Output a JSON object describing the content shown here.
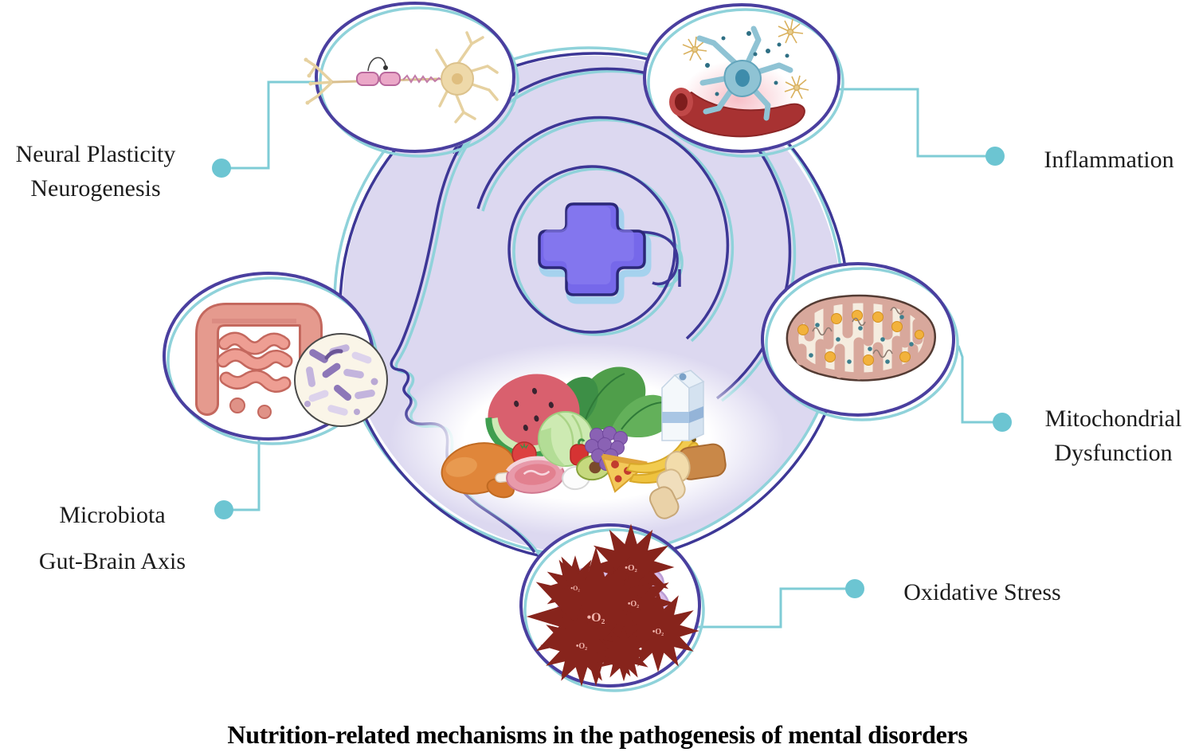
{
  "figure": {
    "title": "Nutrition-related mechanisms in the pathogenesis of mental disorders",
    "center_description": "human head profile with spiral brain, medical cross and healthy foods"
  },
  "nodes": {
    "neural_plasticity": {
      "line1": "Neural Plasticity",
      "line2": "Neurogenesis",
      "icon": "neuron-icon"
    },
    "inflammation": {
      "line1": "Inflammation",
      "icon": "neuroinflammation-icon"
    },
    "microbiota": {
      "line1": "Microbiota",
      "line2": "Gut-Brain Axis",
      "icon": "gut-microbiome-icon"
    },
    "mitochondrial": {
      "line1": "Mitochondrial",
      "line2": "Dysfunction",
      "icon": "mitochondrion-icon"
    },
    "oxidative_stress": {
      "line1": "Oxidative Stress",
      "icon": "free-radical-cell-icon",
      "radical_label": "•O₂"
    }
  },
  "colors": {
    "lavender": "#dcd8f0",
    "indigo_line": "#3d3796",
    "teal_line": "#8fd2da",
    "connector": "#7fccd6",
    "connector_dot": "#6cc5d2",
    "cross_fill": "#7668ea",
    "cross_outline": "#2b2878",
    "cross_halo": "#a5d2ee",
    "text": "#1c1c1c"
  }
}
